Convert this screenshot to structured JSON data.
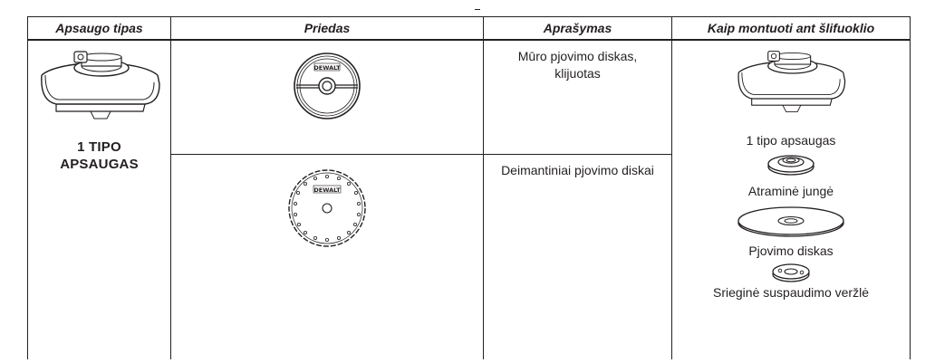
{
  "table": {
    "headers": {
      "guard_type": "Apsaugo tipas",
      "accessory": "Priedas",
      "description": "Aprašymas",
      "how_to_mount": "Kaip montuoti ant šlifuoklio"
    },
    "guard": {
      "label_line1": "1 TIPO",
      "label_line2": "APSAUGAS"
    },
    "rows": [
      {
        "description": "Mūro pjovimo diskas, klijuotas",
        "blade_brand": "DEWALT"
      },
      {
        "description": "Deimantiniai pjovimo diskai",
        "blade_brand": "DEWALT"
      }
    ],
    "mounting_steps": [
      {
        "label": "1 tipo apsaugas"
      },
      {
        "label": "Atraminė jungė"
      },
      {
        "label": "Pjovimo diskas"
      },
      {
        "label": "Srieginė suspaudimo veržlė"
      }
    ]
  }
}
